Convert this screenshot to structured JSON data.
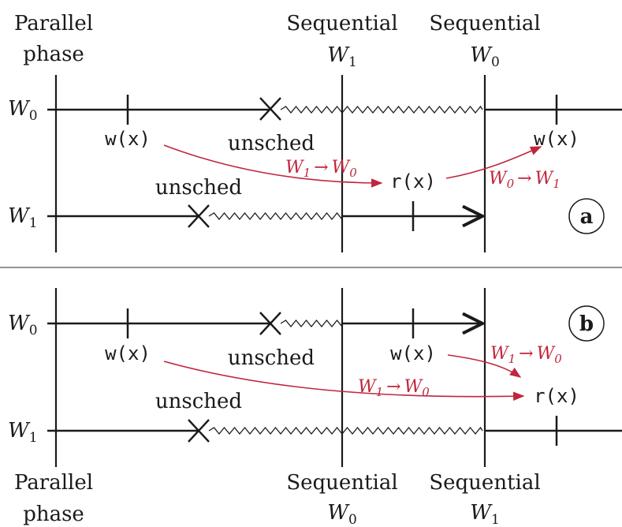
{
  "panel_a": {
    "badge": "a",
    "headers": {
      "col1_line1": "Parallel",
      "col1_line2": "phase",
      "col2_line1": "Sequential",
      "col2_var": "W",
      "col2_sub": "1",
      "col3_line1": "Sequential",
      "col3_var": "W",
      "col3_sub": "0"
    },
    "row_top": {
      "var": "W",
      "sub": "0"
    },
    "row_bottom": {
      "var": "W",
      "sub": "1"
    },
    "op_write_left": "w(x)",
    "op_read": "r(x)",
    "op_write_right": "w(x)",
    "unsched_top": "unsched",
    "unsched_bottom": "unsched",
    "transfer1": {
      "from_var": "W",
      "from_sub": "1",
      "arrow": "→",
      "to_var": "W",
      "to_sub": "0"
    },
    "transfer2": {
      "from_var": "W",
      "from_sub": "0",
      "arrow": "→",
      "to_var": "W",
      "to_sub": "1"
    }
  },
  "panel_b": {
    "badge": "b",
    "headers": {
      "col1_line1": "Parallel",
      "col1_line2": "phase",
      "col2_line1": "Sequential",
      "col2_var": "W",
      "col2_sub": "0",
      "col3_line1": "Sequential",
      "col3_var": "W",
      "col3_sub": "1"
    },
    "row_top": {
      "var": "W",
      "sub": "0"
    },
    "row_bottom": {
      "var": "W",
      "sub": "1"
    },
    "op_write_left": "w(x)",
    "op_write_mid": "w(x)",
    "op_read": "r(x)",
    "unsched_top": "unsched",
    "unsched_bottom": "unsched",
    "transfer1": {
      "from_var": "W",
      "from_sub": "1",
      "arrow": "→",
      "to_var": "W",
      "to_sub": "0"
    },
    "transfer2": {
      "from_var": "W",
      "from_sub": "1",
      "arrow": "→",
      "to_var": "W",
      "to_sub": "0"
    }
  }
}
